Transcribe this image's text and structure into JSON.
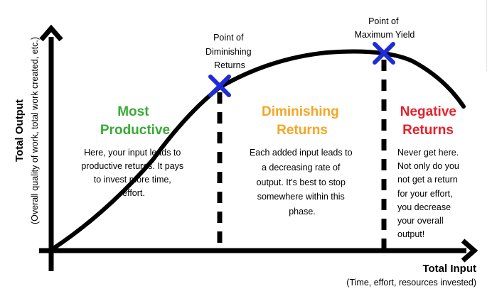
{
  "axes": {
    "y_title": "Total Output",
    "y_subtitle": "(Overall quality of work, total work created, etc.)",
    "x_title": "Total Input",
    "x_subtitle": "(Time, effort, resources invested)"
  },
  "points": {
    "diminishing": [
      "Point of",
      "Diminishing",
      "Returns"
    ],
    "maximum": [
      "Point of",
      "Maximum Yield"
    ]
  },
  "regions": {
    "productive": {
      "title": [
        "Most",
        "Productive"
      ],
      "body": [
        "Here, your input leads to",
        "productive returns. It pays",
        "to invest more time,",
        "effort."
      ]
    },
    "diminishing": {
      "title": [
        "Diminishing",
        "Returns"
      ],
      "body": [
        "Each added input leads to",
        "a decreasing rate of",
        "output. It's best to stop",
        "somewhere within this",
        "phase."
      ]
    },
    "negative": {
      "title": [
        "Negative",
        "Returns"
      ],
      "body": [
        "Never get here.",
        "Not only do you",
        "not get a return",
        "for your effort,",
        "you decrease",
        "your overall",
        "output!"
      ]
    }
  },
  "colors": {
    "productive": "#3aaa35",
    "diminishing": "#f5a623",
    "negative": "#e8202a",
    "marker": "#1e2bd6",
    "ink": "#000000"
  }
}
